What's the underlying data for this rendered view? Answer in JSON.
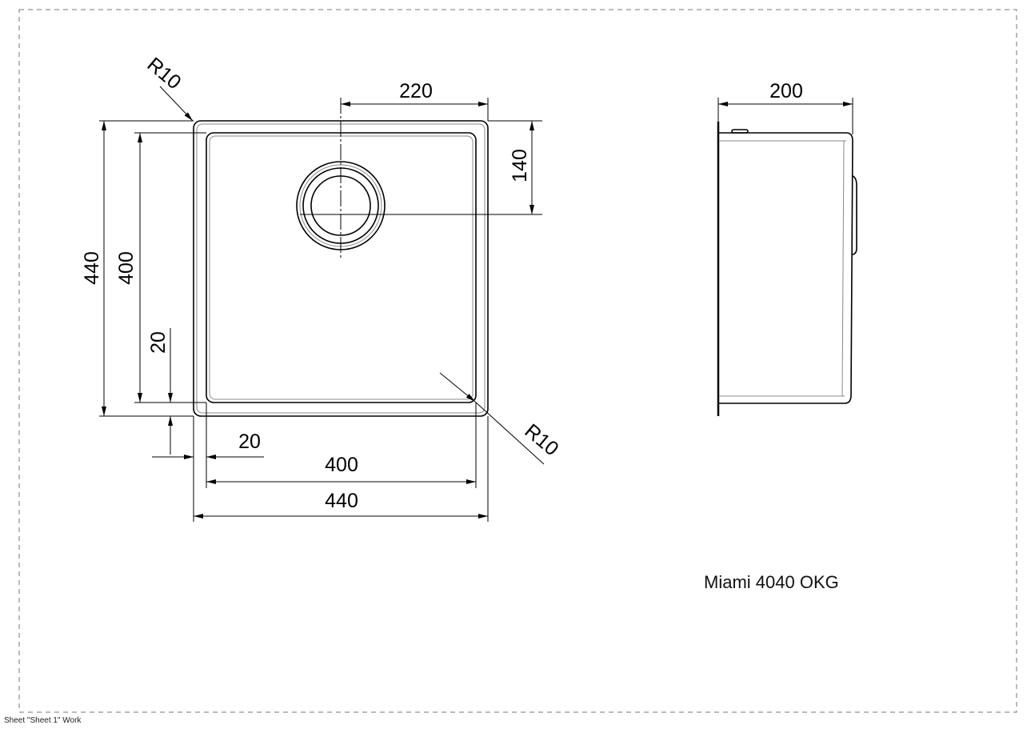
{
  "drawing": {
    "title": "Miami 4040 OKG",
    "footer": "Sheet \"Sheet 1\" Work"
  },
  "top_view": {
    "radius_top": "R10",
    "radius_bottom": "R10",
    "drain_offset_x": "220",
    "drain_offset_y": "140",
    "outer_height": "440",
    "inner_height": "400",
    "rim_vertical": "20",
    "rim_horizontal": "20",
    "inner_width": "400",
    "outer_width": "440"
  },
  "side_view": {
    "depth": "200"
  }
}
